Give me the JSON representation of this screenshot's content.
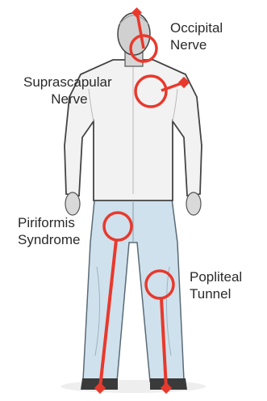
{
  "labels": {
    "occipital": {
      "line1": "Occipital",
      "line2": "Nerve"
    },
    "suprascapular": {
      "line1": "Suprascapular",
      "line2": "Nerve"
    },
    "piriformis": {
      "line1": "Piriformis",
      "line2": "Syndrome"
    },
    "popliteal": {
      "line1": "Popliteal",
      "line2": "Tunnel"
    }
  },
  "colors": {
    "marker": "#e8392c",
    "skin": "#d6d6d6",
    "shirt": "#f2f2f2",
    "pants": "#cfe1ec",
    "outline": "#555555"
  }
}
